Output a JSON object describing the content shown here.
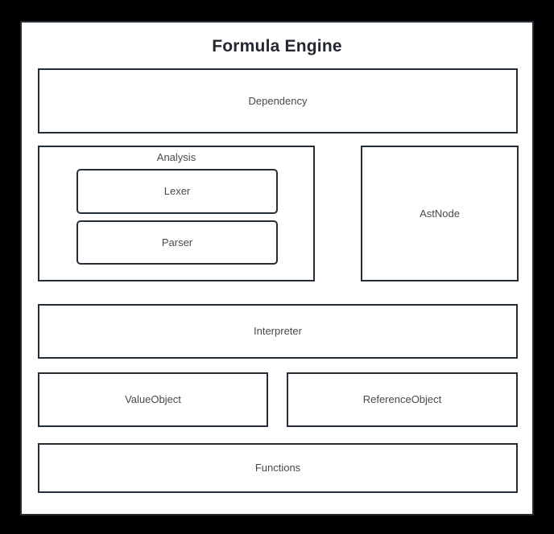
{
  "diagram": {
    "title": "Formula Engine",
    "type": "architecture-block-diagram",
    "colors": {
      "page_background": "#000000",
      "panel_background": "#ffffff",
      "border": "#252d38",
      "title_text": "#23272f",
      "node_text": "#46494d"
    },
    "nodes": [
      {
        "id": "dependency",
        "label": "Dependency",
        "shape": "rect",
        "row": 1
      },
      {
        "id": "analysis",
        "label": "Analysis",
        "shape": "group",
        "row": 2
      },
      {
        "id": "lexer",
        "label": "Lexer",
        "shape": "rounded-rect",
        "parent": "analysis"
      },
      {
        "id": "parser",
        "label": "Parser",
        "shape": "rounded-rect",
        "parent": "analysis"
      },
      {
        "id": "astnode",
        "label": "AstNode",
        "shape": "rect",
        "row": 2
      },
      {
        "id": "interpreter",
        "label": "Interpreter",
        "shape": "rect",
        "row": 3
      },
      {
        "id": "valueobject",
        "label": "ValueObject",
        "shape": "rect",
        "row": 4
      },
      {
        "id": "referenceobject",
        "label": "ReferenceObject",
        "shape": "rect",
        "row": 4
      },
      {
        "id": "functions",
        "label": "Functions",
        "shape": "rect",
        "row": 5
      }
    ]
  }
}
